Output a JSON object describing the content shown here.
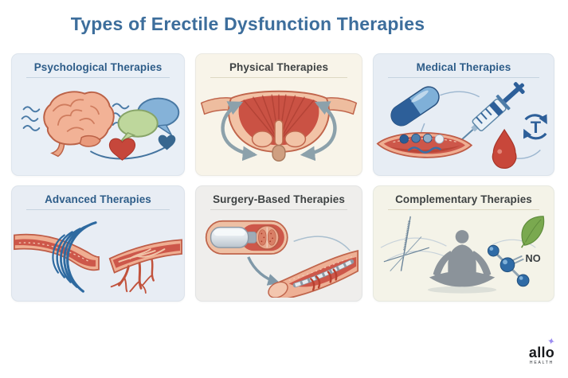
{
  "header": {
    "title": "Types of Erectile Dysfunction Therapies",
    "title_color": "#3d6e9c"
  },
  "panels": [
    {
      "id": "psychological",
      "title": "Psychological Therapies",
      "bg": "#e9eff6",
      "title_color": "#2e5d89",
      "icons": [
        "soundwave-lines-icon",
        "brain-icon",
        "speech-bubbles-icon",
        "red-heart-icon",
        "blue-heart-icon"
      ]
    },
    {
      "id": "physical",
      "title": "Physical Therapies",
      "bg": "#f8f4e9",
      "title_color": "#3e4243",
      "icons": [
        "pelvic-floor-muscle-icon",
        "circular-arrow-left-icon",
        "circular-arrow-right-icon"
      ]
    },
    {
      "id": "medical",
      "title": "Medical Therapies",
      "bg": "#e7edf4",
      "title_color": "#2e5d89",
      "t_symbol": "T",
      "icons": [
        "capsule-pill-icon",
        "syringe-icon",
        "blood-vessel-pills-icon",
        "blood-drop-icon",
        "testosterone-cycle-icon"
      ]
    },
    {
      "id": "advanced",
      "title": "Advanced Therapies",
      "bg": "#e8edf4",
      "title_color": "#2e5d89",
      "icons": [
        "shockwave-vessel-icon",
        "branching-vessel-icon"
      ]
    },
    {
      "id": "surgery",
      "title": "Surgery-Based Therapies",
      "bg": "#efeeec",
      "title_color": "#3e4243",
      "icons": [
        "implant-device-icon",
        "curved-arrow-icon",
        "implanted-shaft-icon"
      ]
    },
    {
      "id": "complementary",
      "title": "Complementary Therapies",
      "bg": "#f4f3e8",
      "title_color": "#3e4243",
      "molecule_label": "NO",
      "icons": [
        "acupuncture-needles-icon",
        "meditation-figure-icon",
        "nitric-oxide-molecule-icon",
        "leaf-icon"
      ]
    }
  ],
  "brand": {
    "name": "allo",
    "tagline": "HEALTH",
    "sparkle_icon": "✦",
    "name_color": "#17191c",
    "sparkle_color": "#9b8cf0"
  },
  "palette": {
    "vessel_outer": "#efae92",
    "vessel_inner": "#cd574a",
    "vessel_outline": "#bf5c47",
    "medical_blue": "#2d5f99",
    "arrow_gray": "#8ca1ab",
    "leaf_green": "#7aa94f",
    "heart_red": "#c6473b",
    "figure_gray": "#8b939a"
  }
}
